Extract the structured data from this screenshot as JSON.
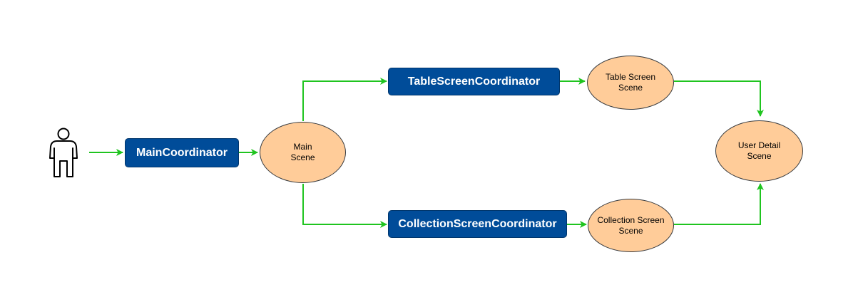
{
  "colors": {
    "coordinator_fill": "#004c99",
    "scene_fill": "#ffcc99",
    "arrow": "#1fc41f"
  },
  "actor": {
    "icon": "user-actor-icon"
  },
  "coordinators": {
    "main": "MainCoordinator",
    "table": "TableScreenCoordinator",
    "collection": "CollectionScreenCoordinator"
  },
  "scenes": {
    "main": "Main\nScene",
    "table": "Table Screen\nScene",
    "collection": "Collection Screen\nScene",
    "user_detail": "User Detail\nScene"
  }
}
